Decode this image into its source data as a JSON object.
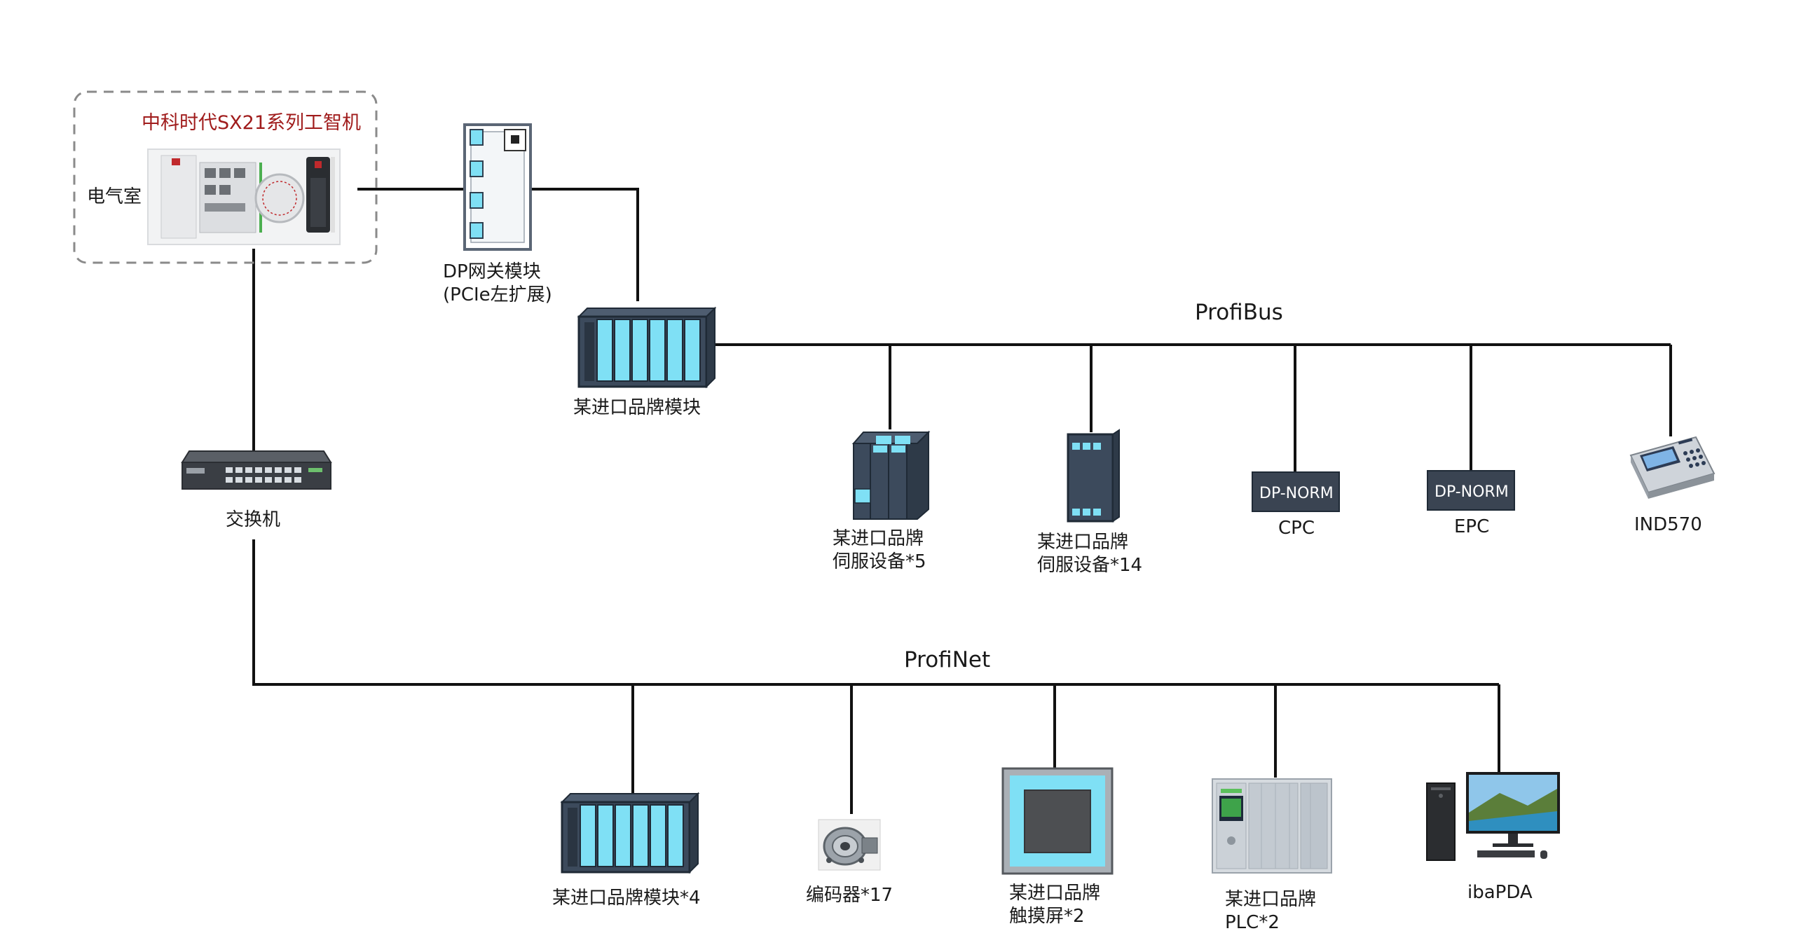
{
  "ipc": {
    "title": "中科时代SX21系列工智机",
    "room_label": "电气室"
  },
  "gateway": {
    "label_line1": "DP网关模块",
    "label_line2": "(PCIe左扩展)"
  },
  "bus_profibus": {
    "label": "ProfiBus"
  },
  "bus_profinet": {
    "label": "ProfiNet"
  },
  "switch": {
    "label": "交换机"
  },
  "profibus_master": {
    "label": "某进口品牌模块"
  },
  "profibus_devices": [
    {
      "id": "servo5",
      "line1": "某进口品牌",
      "line2": "伺服设备*5"
    },
    {
      "id": "servo14",
      "line1": "某进口品牌",
      "line2": "伺服设备*14"
    },
    {
      "id": "cpc",
      "badge": "DP-NORM",
      "line1": "CPC"
    },
    {
      "id": "epc",
      "badge": "DP-NORM",
      "line1": "EPC"
    },
    {
      "id": "ind570",
      "line1": "IND570"
    }
  ],
  "profinet_devices": [
    {
      "id": "module4",
      "line1": "某进口品牌模块*4"
    },
    {
      "id": "encoder",
      "line1": "编码器*17"
    },
    {
      "id": "hmi",
      "line1": "某进口品牌",
      "line2": "触摸屏*2"
    },
    {
      "id": "plc",
      "line1": "某进口品牌",
      "line2": "PLC*2"
    },
    {
      "id": "ibapda",
      "line1": "ibaPDA"
    }
  ],
  "colors": {
    "module_body": "#3c4a5c",
    "module_slot": "#7fe0f5",
    "red_title": "#a01c1c",
    "badge_bg": "#3a4452"
  }
}
